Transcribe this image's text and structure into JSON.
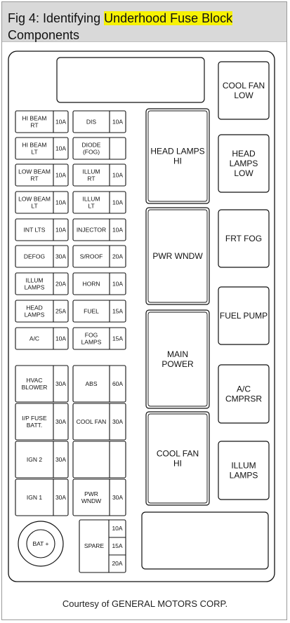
{
  "title": {
    "prefix": "Fig 4: Identifying ",
    "highlight": "Underhood Fuse Block",
    "line2": "Components"
  },
  "credit": "Courtesy of GENERAL MOTORS CORP.",
  "colors": {
    "highlight": "#f7f204",
    "header_bg": "#d9d9d9",
    "line": "#111111"
  },
  "small_fuses_left": [
    {
      "label": [
        "HI BEAM",
        "RT"
      ],
      "amp": "10A"
    },
    {
      "label": [
        "HI BEAM",
        "LT"
      ],
      "amp": "10A"
    },
    {
      "label": [
        "LOW BEAM",
        "RT"
      ],
      "amp": "10A"
    },
    {
      "label": [
        "LOW BEAM",
        "LT"
      ],
      "amp": "10A"
    },
    {
      "label": [
        "INT LTS"
      ],
      "amp": "10A"
    },
    {
      "label": [
        "DEFOG"
      ],
      "amp": "30A"
    },
    {
      "label": [
        "ILLUM",
        "LAMPS"
      ],
      "amp": "20A"
    },
    {
      "label": [
        "HEAD",
        "LAMPS"
      ],
      "amp": "25A"
    },
    {
      "label": [
        "A/C"
      ],
      "amp": "10A"
    }
  ],
  "small_fuses_right": [
    {
      "label": [
        "DIS"
      ],
      "amp": "10A"
    },
    {
      "label": [
        "DIODE",
        "(FOG)"
      ],
      "amp": ""
    },
    {
      "label": [
        "ILLUM",
        "RT"
      ],
      "amp": "10A"
    },
    {
      "label": [
        "ILLUM",
        "LT"
      ],
      "amp": "10A"
    },
    {
      "label": [
        "INJECTOR"
      ],
      "amp": "10A"
    },
    {
      "label": [
        "S/ROOF"
      ],
      "amp": "20A"
    },
    {
      "label": [
        "HORN"
      ],
      "amp": "10A"
    },
    {
      "label": [
        "FUEL"
      ],
      "amp": "15A"
    },
    {
      "label": [
        "FOG",
        "LAMPS"
      ],
      "amp": "15A"
    }
  ],
  "large_fuses_left": [
    {
      "label": [
        "HVAC",
        "BLOWER"
      ],
      "amp": "30A"
    },
    {
      "label": [
        "I/P FUSE",
        "BATT."
      ],
      "amp": "30A"
    },
    {
      "label": [
        "IGN 2"
      ],
      "amp": "30A"
    },
    {
      "label": [
        "IGN 1"
      ],
      "amp": "30A"
    }
  ],
  "large_fuses_right": [
    {
      "label": [
        "ABS"
      ],
      "amp": "60A"
    },
    {
      "label": [
        "COOL FAN"
      ],
      "amp": "30A"
    },
    {
      "label": [],
      "amp": ""
    },
    {
      "label": [
        "PWR",
        "WNDW"
      ],
      "amp": "30A"
    }
  ],
  "relays_center": [
    {
      "label": [
        "HEAD LAMPS",
        "HI"
      ]
    },
    {
      "label": [
        "PWR WNDW"
      ]
    },
    {
      "label": [
        "MAIN",
        "POWER"
      ]
    },
    {
      "label": [
        "COOL FAN",
        "HI"
      ]
    }
  ],
  "relays_right": [
    {
      "label": [
        "COOL FAN",
        "LOW"
      ]
    },
    {
      "label": [
        "HEAD",
        "LAMPS",
        "LOW"
      ]
    },
    {
      "label": [
        "FRT FOG"
      ]
    },
    {
      "label": [
        "FUEL PUMP"
      ]
    },
    {
      "label": [
        "A/C",
        "CMPRSR"
      ]
    },
    {
      "label": [
        "ILLUM",
        "LAMPS"
      ]
    }
  ],
  "battery": "BAT +",
  "spare": {
    "label": "SPARE",
    "amps": [
      "10A",
      "15A",
      "20A"
    ]
  }
}
